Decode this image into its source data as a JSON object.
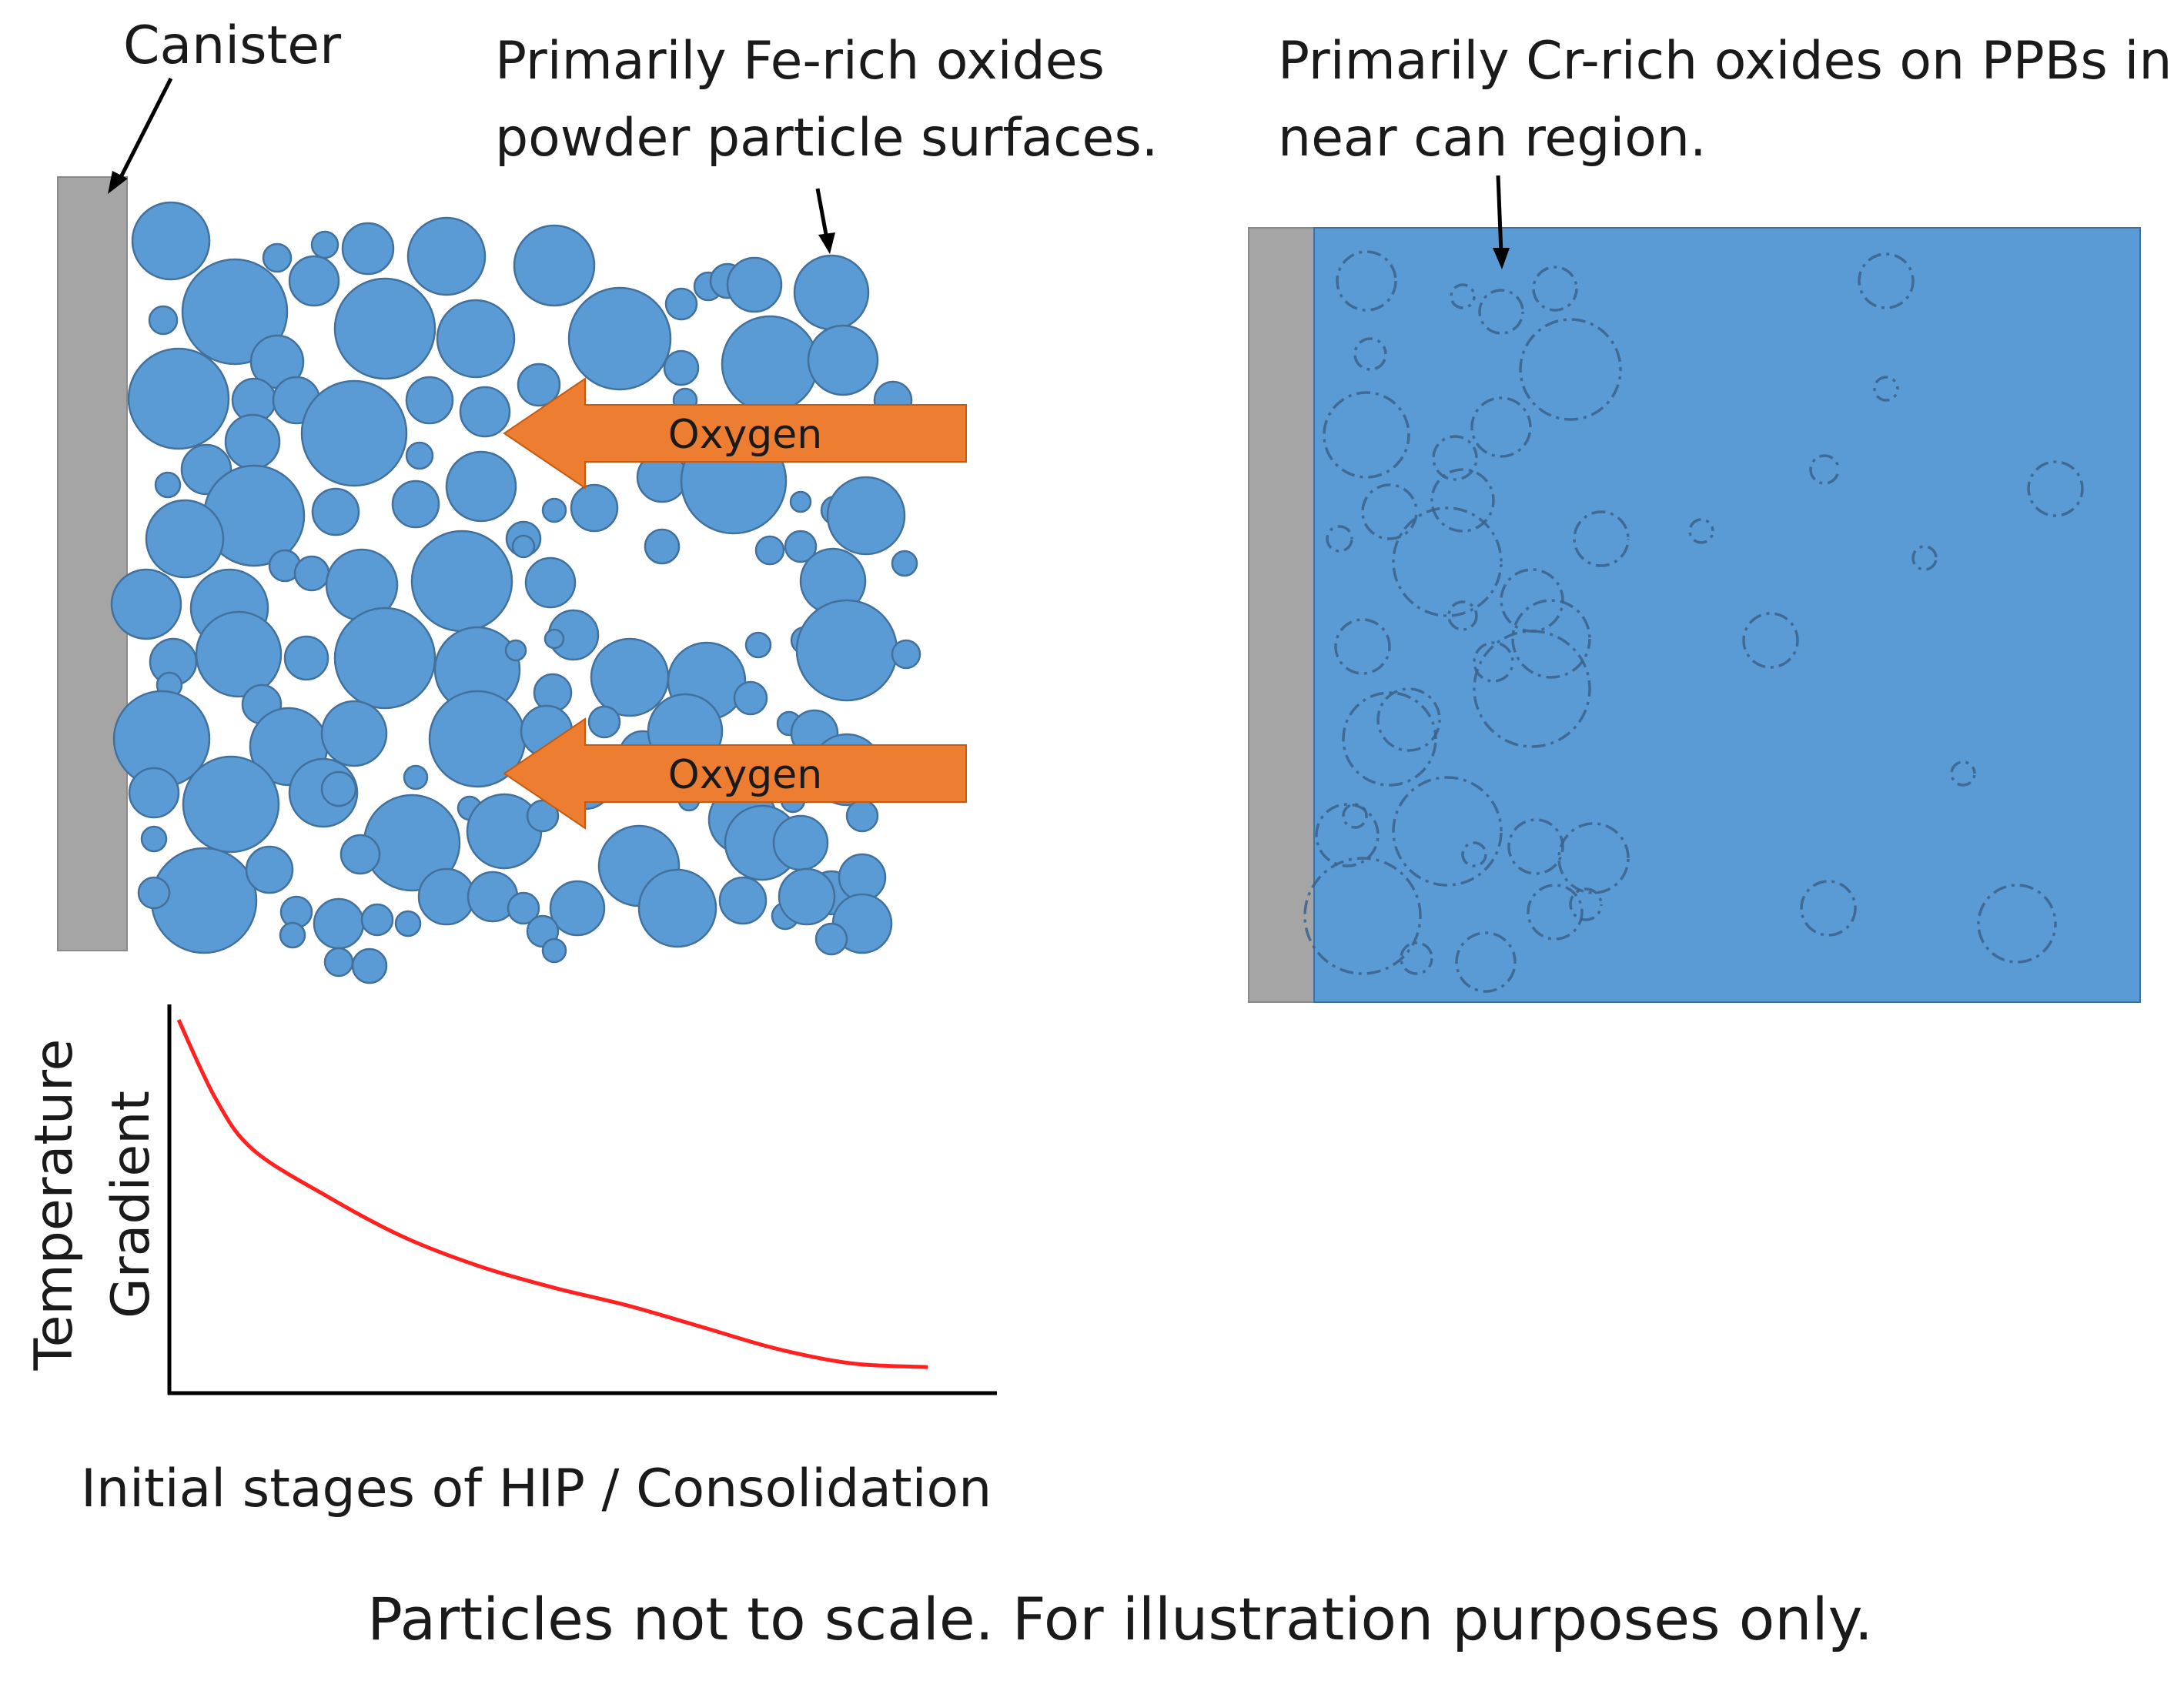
{
  "labels": {
    "canister": "Canister",
    "fe_oxides_line1": "Primarily Fe-rich oxides",
    "fe_oxides_line2": "powder particle surfaces.",
    "cr_oxides_line1": "Primarily Cr-rich oxides on PPBs in",
    "cr_oxides_line2": "near can region.",
    "oxygen_top": "Oxygen",
    "oxygen_bottom": "Oxygen",
    "y_axis_line1": "Temperature",
    "y_axis_line2": "Gradient",
    "x_axis": "Initial stages of HIP / Consolidation",
    "caption": "Particles not to scale. For illustration purposes only."
  },
  "colors": {
    "particle": "#5b9bd5",
    "particle_outline": "#41719c",
    "consolidated_block": "#5b9bd5",
    "canister": "#a5a5a5",
    "oxygen_arrow": "#ed7d31",
    "gradient_curve": "#ff2020",
    "text": "#1a1a1a"
  },
  "chart_data": {
    "type": "line",
    "xlabel": "Initial stages of HIP / Consolidation",
    "ylabel": "Temperature Gradient",
    "series": [
      {
        "x": [
          0,
          0.05,
          0.1,
          0.2,
          0.3,
          0.4,
          0.5,
          0.6,
          0.7,
          0.8,
          0.9,
          1.0
        ],
        "values": [
          1.0,
          0.78,
          0.64,
          0.51,
          0.4,
          0.32,
          0.26,
          0.21,
          0.15,
          0.09,
          0.05,
          0.04
        ]
      }
    ],
    "grid": false
  }
}
